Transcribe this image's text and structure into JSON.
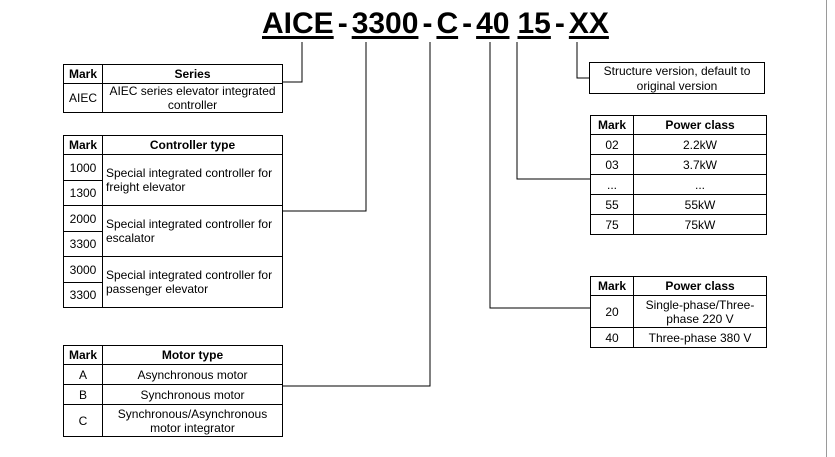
{
  "model_code": {
    "series": "AICE",
    "controller": "3300",
    "motor": "C",
    "voltage": "40",
    "power": "15",
    "structure": "XX",
    "separator": "-"
  },
  "series_table": {
    "headers": [
      "Mark",
      "Series"
    ],
    "rows": [
      {
        "mark": "AIEC",
        "text": "AIEC series elevator integrated controller"
      }
    ]
  },
  "controller_table": {
    "headers": [
      "Mark",
      "Controller type"
    ],
    "groups": [
      {
        "marks": [
          "1000",
          "1300"
        ],
        "text": "Special integrated controller for freight elevator"
      },
      {
        "marks": [
          "2000",
          "3300"
        ],
        "text": "Special integrated controller for escalator"
      },
      {
        "marks": [
          "3000",
          "3300"
        ],
        "text": "Special integrated controller for  passenger elevator"
      }
    ]
  },
  "motor_table": {
    "headers": [
      "Mark",
      "Motor type"
    ],
    "rows": [
      {
        "mark": "A",
        "text": "Asynchronous motor"
      },
      {
        "mark": "B",
        "text": "Synchronous motor"
      },
      {
        "mark": "C",
        "text": "Synchronous/Asynchronous motor integrator"
      }
    ]
  },
  "structure_note": "Structure version, default to original version",
  "power_table": {
    "headers": [
      "Mark",
      "Power class"
    ],
    "rows": [
      {
        "mark": "02",
        "text": "2.2kW"
      },
      {
        "mark": "03",
        "text": "3.7kW"
      },
      {
        "mark": "...",
        "text": "..."
      },
      {
        "mark": "55",
        "text": "55kW"
      },
      {
        "mark": "75",
        "text": "75kW"
      }
    ]
  },
  "voltage_table": {
    "headers": [
      "Mark",
      "Power class"
    ],
    "rows": [
      {
        "mark": "20",
        "text": "Single-phase/Three-phase 220 V"
      },
      {
        "mark": "40",
        "text": "Three-phase 380 V"
      }
    ]
  }
}
